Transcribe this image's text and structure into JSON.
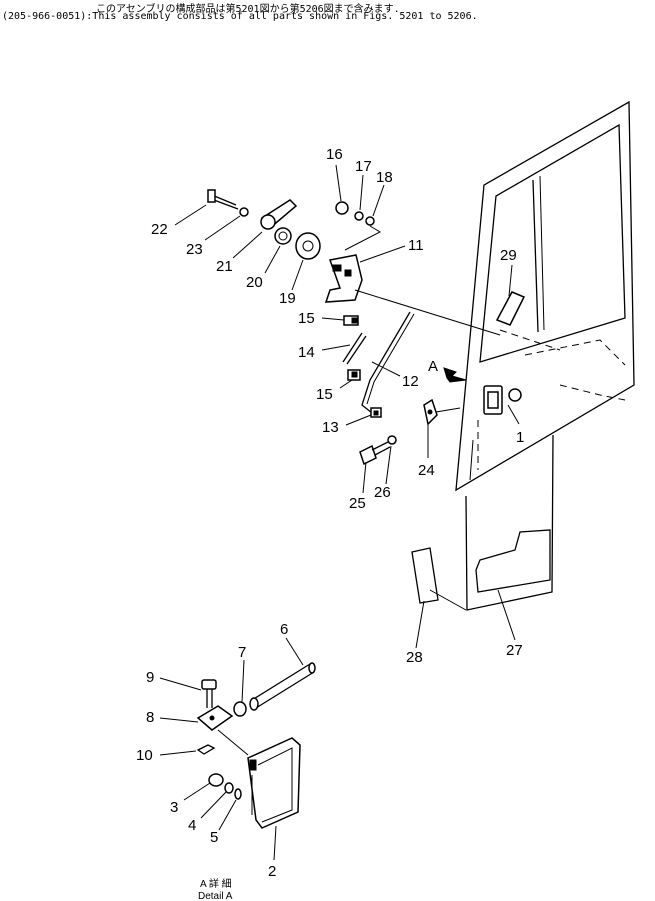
{
  "header": {
    "line1": "このアセンブリの構成部品は第5201図から第5206図まで含みます.",
    "line2": "(205-966-0051):This assembly consists of all parts shown in Figs. 5201 to 5206."
  },
  "detail": {
    "label_jp": "A 詳 細",
    "label_en": "Detail A",
    "arrow_label": "A"
  },
  "callouts": {
    "c1": "1",
    "c2": "2",
    "c3": "3",
    "c4": "4",
    "c5": "5",
    "c6": "6",
    "c7": "7",
    "c8": "8",
    "c9": "9",
    "c10": "10",
    "c11": "11",
    "c12": "12",
    "c13": "13",
    "c14": "14",
    "c15a": "15",
    "c15b": "15",
    "c16": "16",
    "c17": "17",
    "c18": "18",
    "c19": "19",
    "c20": "20",
    "c21": "21",
    "c22": "22",
    "c23": "23",
    "c24": "24",
    "c25": "25",
    "c26": "26",
    "c27": "27",
    "c28": "28",
    "c29": "29"
  }
}
